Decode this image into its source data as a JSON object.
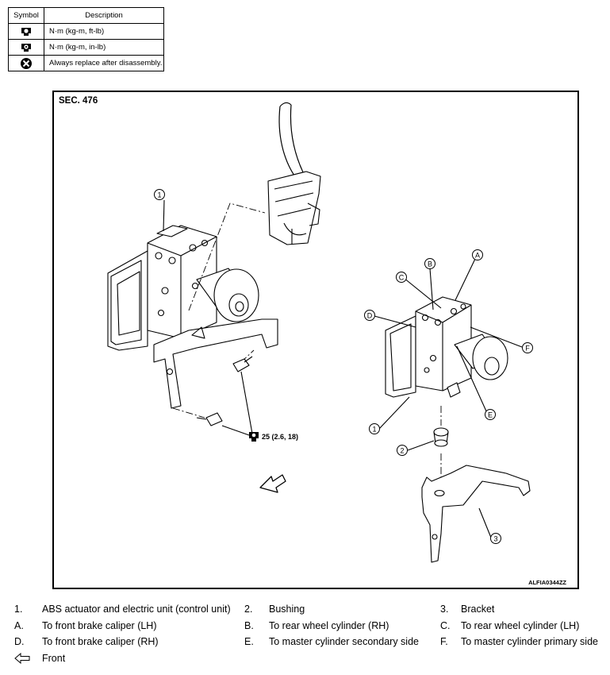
{
  "symbol_table": {
    "header_symbol": "Symbol",
    "header_description": "Description",
    "rows": [
      {
        "icon": "torque-wrench-icon",
        "description": "N·m (kg-m, ft-lb)"
      },
      {
        "icon": "torque-wrench-small-icon",
        "description": "N·m (kg-m, in-lb)"
      },
      {
        "icon": "always-replace-icon",
        "description": "Always replace after disassembly."
      }
    ]
  },
  "figure": {
    "section": "SEC. 476",
    "figure_id": "ALFIA0344ZZ",
    "torque_label": "25 (2.6, 18)",
    "callouts": [
      "1",
      "A",
      "B",
      "C",
      "D",
      "E",
      "F",
      "1",
      "2",
      "3"
    ]
  },
  "legend": {
    "rows": [
      [
        {
          "key": "1.",
          "text": "ABS actuator and electric unit (control unit)"
        },
        {
          "key": "2.",
          "text": "Bushing"
        },
        {
          "key": "3.",
          "text": "Bracket"
        }
      ],
      [
        {
          "key": "A.",
          "text": "To front brake caliper (LH)"
        },
        {
          "key": "B.",
          "text": "To rear wheel cylinder (RH)"
        },
        {
          "key": "C.",
          "text": "To rear wheel cylinder (LH)"
        }
      ],
      [
        {
          "key": "D.",
          "text": "To front brake caliper (RH)"
        },
        {
          "key": "E.",
          "text": "To master cylinder secondary side"
        },
        {
          "key": "F.",
          "text": "To master cylinder primary side"
        }
      ]
    ],
    "front_label": "Front",
    "front_icon": "front-arrow-icon"
  }
}
